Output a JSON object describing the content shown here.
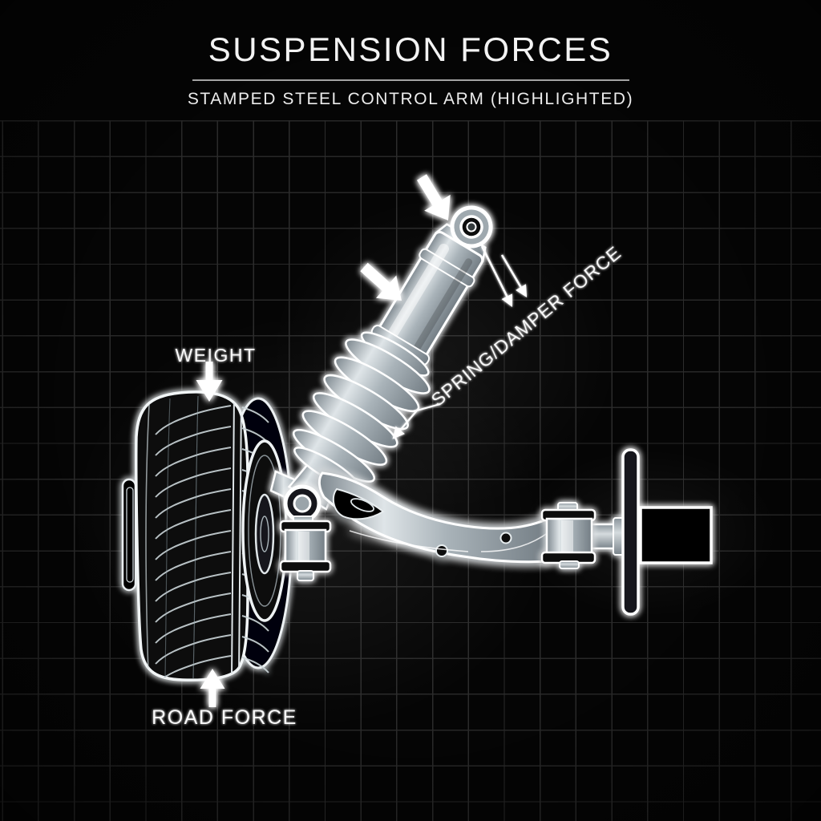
{
  "header": {
    "title": "SUSPENSION FORCES",
    "subtitle": "STAMPED STEEL CONTROL ARM (HIGHLIGHTED)"
  },
  "diagram": {
    "labels": {
      "weight": "WEIGHT",
      "road_force": "ROAD FORCE",
      "spring_damper": "SPRING/DAMPER FORCE"
    },
    "arrows": [
      "weight-arrow-icon",
      "road-force-arrow-icon",
      "force-arrow-top-icon",
      "force-arrow-mid-icon",
      "spring-damper-force-vector-icons",
      "spring-damper-leader-arrow-icon"
    ],
    "parts": [
      "tire",
      "wheel-rim",
      "wheel-hub",
      "coil-spring",
      "shock-absorber",
      "top-mount-eyelet",
      "ball-joint",
      "knuckle-bushing",
      "control-arm",
      "control-arm-bushing",
      "frame-mount-plate",
      "frame-mount-box"
    ],
    "colors": {
      "background": "#050505",
      "grid_line": "#2e2e2e",
      "outline_glow": "#ffffff",
      "steel_fill": "#a9b3b9",
      "text": "#f2f2f2",
      "divider": "#bfbfbf"
    }
  }
}
